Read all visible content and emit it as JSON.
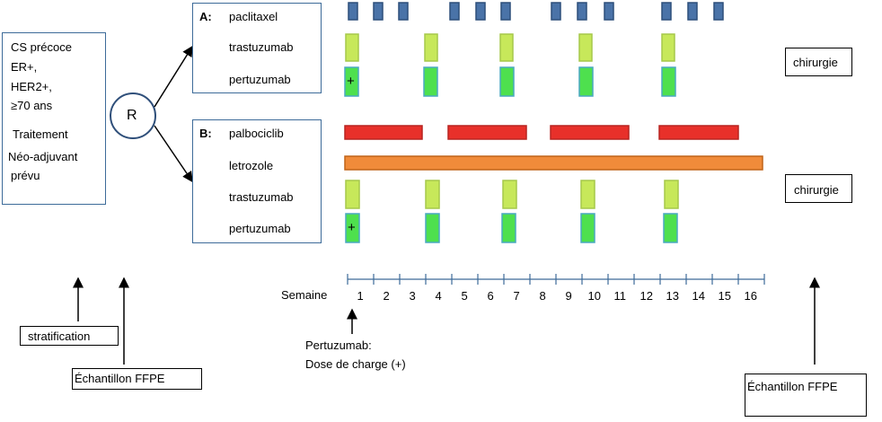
{
  "patient_box": {
    "lines": [
      "CS précoce",
      "ER+,",
      "HER2+,",
      "≥70 ans",
      "Traitement",
      "Néo-adjuvant",
      "prévu"
    ]
  },
  "randomization": {
    "label": "R"
  },
  "arm_a": {
    "label": "A:",
    "drugs": [
      "paclitaxel",
      "trastuzumab",
      "pertuzumab"
    ]
  },
  "arm_b": {
    "label": "B:",
    "drugs": [
      "palbociclib",
      "letrozole",
      "trastuzumab",
      "pertuzumab"
    ]
  },
  "loading_marker": "+",
  "surgery_label": "chirurgie",
  "timeline": {
    "label": "Semaine",
    "weeks": [
      "1",
      "2",
      "3",
      "4",
      "5",
      "6",
      "7",
      "8",
      "9",
      "10",
      "11",
      "12",
      "13",
      "14",
      "15",
      "16"
    ],
    "loading_note_line1": "Pertuzumab:",
    "loading_note_line2": "Dose de charge (+)"
  },
  "stratification_label": "stratification",
  "ffpe_label": "Échantillon FFPE",
  "colors": {
    "paclitaxel": "#4a73a8",
    "trastuzumab": "#c7e85a",
    "pertuzumab": "#4ee04e",
    "palbociclib": "#e8302a",
    "letrozole": "#f08b3a",
    "axis": "#3d6b99"
  }
}
